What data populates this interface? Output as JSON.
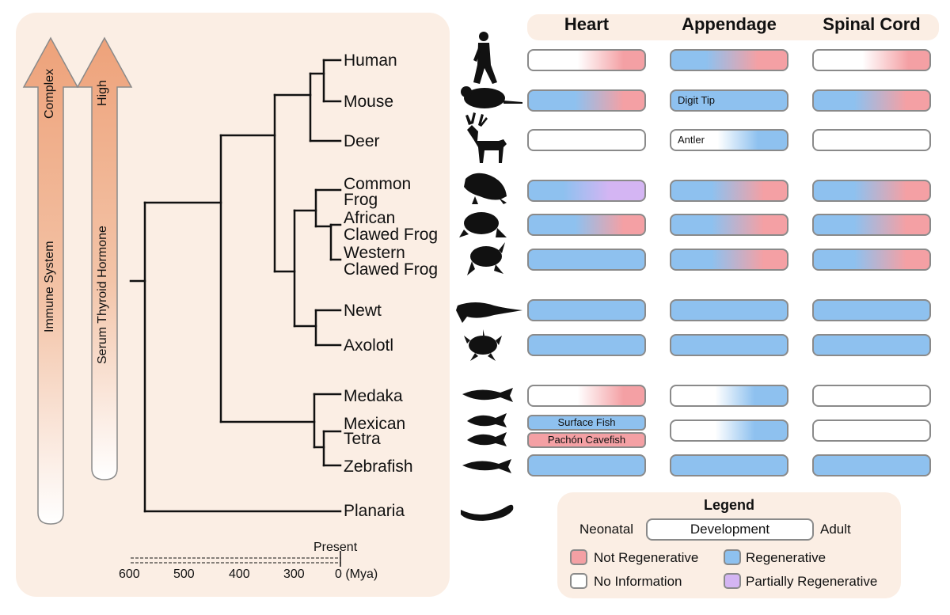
{
  "columns": [
    "Heart",
    "Appendage",
    "Spinal Cord"
  ],
  "arrows": {
    "immune": {
      "top_label": "Complex",
      "side_label": "Immune System"
    },
    "thyroid": {
      "top_label": "High",
      "side_label": "Serum Thyroid Hormone"
    }
  },
  "species": [
    {
      "name": "Human",
      "line2": ""
    },
    {
      "name": "Mouse",
      "line2": ""
    },
    {
      "name": "Deer",
      "line2": ""
    },
    {
      "name": "Common",
      "line2": "Frog"
    },
    {
      "name": "African",
      "line2": "Clawed Frog"
    },
    {
      "name": "Western",
      "line2": "Clawed Frog"
    },
    {
      "name": "Newt",
      "line2": ""
    },
    {
      "name": "Axolotl",
      "line2": ""
    },
    {
      "name": "Medaka",
      "line2": ""
    },
    {
      "name": "Mexican",
      "line2": "Tetra"
    },
    {
      "name": "Zebrafish",
      "line2": ""
    },
    {
      "name": "Planaria",
      "line2": ""
    }
  ],
  "bar_labels": {
    "mouse_appendage": "Digit Tip",
    "deer_appendage": "Antler",
    "tetra_surface": "Surface Fish",
    "tetra_cave": "Pachón Cavefish"
  },
  "timescale": {
    "present": "Present",
    "ticks": [
      "600",
      "500",
      "400",
      "300",
      "0 (Mya)"
    ]
  },
  "legend": {
    "title": "Legend",
    "neonatal": "Neonatal",
    "development": "Development",
    "adult": "Adult",
    "items": [
      {
        "label": "Not Regenerative",
        "color": "#f4a0a4"
      },
      {
        "label": "Regenerative",
        "color": "#8ec1ef"
      },
      {
        "label": "No Information",
        "color": "#ffffff"
      },
      {
        "label": "Partially Regenerative",
        "color": "#d4b5f3"
      }
    ]
  },
  "colors": {
    "not_regenerative": "#f4a0a4",
    "regenerative": "#8ec1ef",
    "no_information": "#ffffff",
    "partially_regenerative": "#d4b5f3",
    "arrow": "#eea27a",
    "panel": "#fbeee4"
  }
}
